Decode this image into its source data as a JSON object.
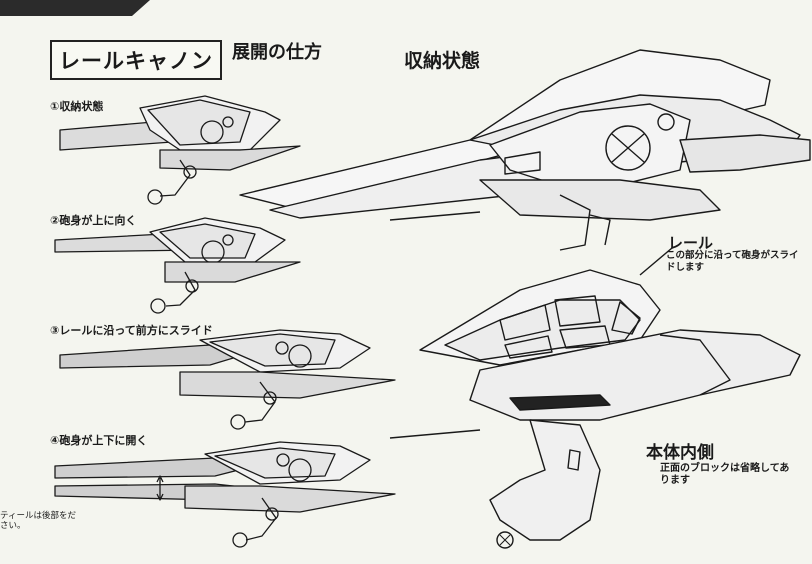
{
  "title": "レールキャノン",
  "subtitle": "展開の仕方",
  "stored_state_label": "収納状態",
  "steps": [
    "①収納状態",
    "②砲身が上に向く",
    "③レールに沿って前方にスライド",
    "④砲身が上下に開く"
  ],
  "rail": {
    "label": "レール",
    "description": "この部分に沿って砲身がスライドします"
  },
  "inner_side": {
    "label": "本体内側",
    "description": "正面のブロックは省略してあります"
  },
  "side_note": "ティールは後部をださい。",
  "colors": {
    "background": "#f4f5ef",
    "ink": "#1a1a1a",
    "tone": "#9a9a9a"
  }
}
